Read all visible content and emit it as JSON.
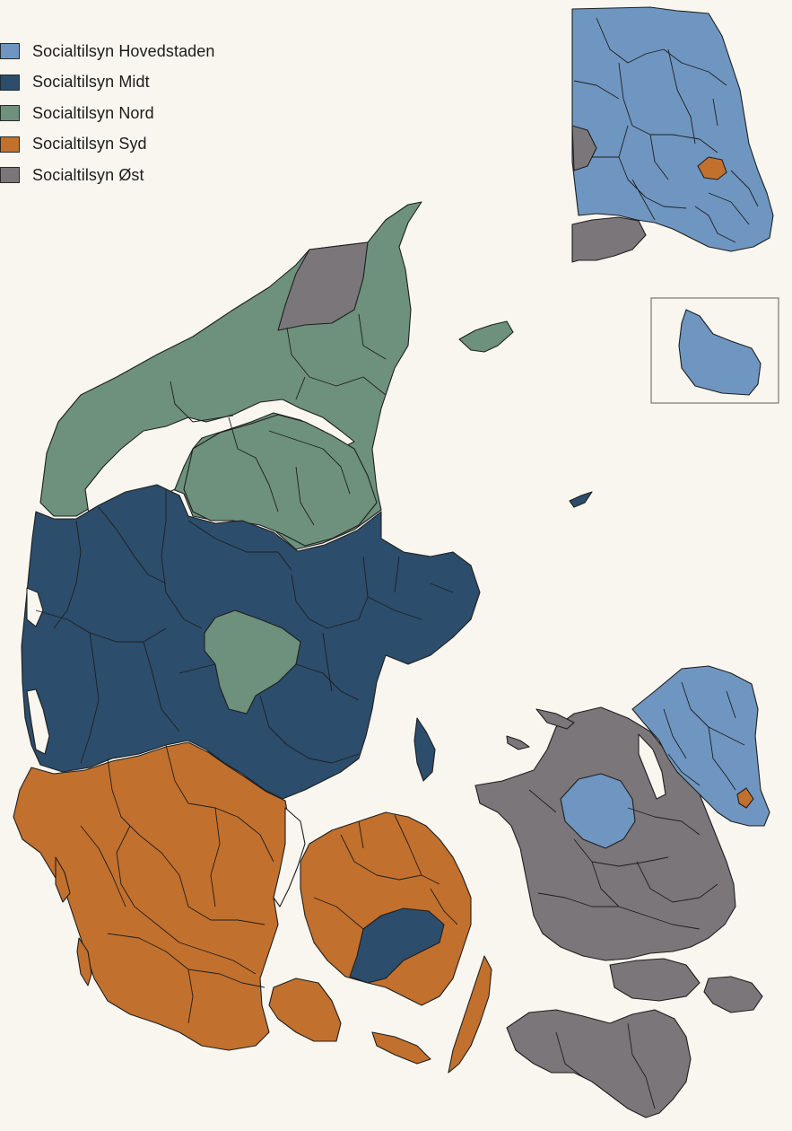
{
  "legend": {
    "items": [
      {
        "key": "hovedstaden",
        "label": "Socialtilsyn Hovedstaden",
        "color": "#6f96c0"
      },
      {
        "key": "midt",
        "label": "Socialtilsyn Midt",
        "color": "#2c4d6b"
      },
      {
        "key": "nord",
        "label": "Socialtilsyn Nord",
        "color": "#6d917c"
      },
      {
        "key": "syd",
        "label": "Socialtilsyn Syd",
        "color": "#c2702e"
      },
      {
        "key": "ost",
        "label": "Socialtilsyn Øst",
        "color": "#7b7679"
      }
    ]
  },
  "colors": {
    "background": "#f8f6ef",
    "border": "#1f1f1f"
  }
}
